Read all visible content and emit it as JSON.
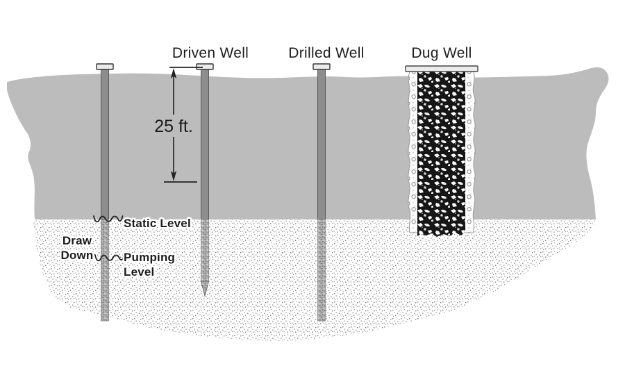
{
  "diagram": {
    "wells": {
      "driven": {
        "label": "Driven Well"
      },
      "drilled": {
        "label": "Drilled Well"
      },
      "dug": {
        "label": "Dug Well"
      }
    },
    "annotations": {
      "depth": "25 ft.",
      "static_level": "Static Level",
      "draw_down": {
        "line1": "Draw",
        "line2": "Down"
      },
      "pumping_level": {
        "line1": "Pumping",
        "line2": "Level"
      }
    },
    "colors": {
      "ground": "#bcbcbc",
      "pipe": "#8d8d8d",
      "pipe_outline": "#5a5a5a",
      "cap_fill": "#ebebeb",
      "cap_outline": "#333333",
      "ink": "#1c1c1c",
      "stipple_dot": "#8a8a8a",
      "rubble_dark": "#161616"
    }
  }
}
